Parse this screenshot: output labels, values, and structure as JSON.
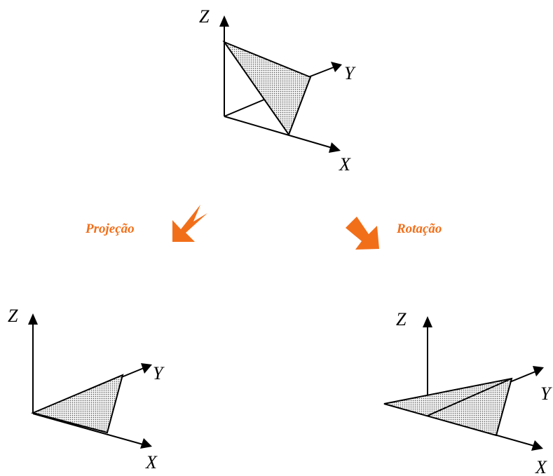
{
  "diagrams": {
    "original": {
      "axes": {
        "z": "Z",
        "y": "Y",
        "x": "X"
      }
    },
    "projection": {
      "axes": {
        "z": "Z",
        "y": "Y",
        "x": "X"
      }
    },
    "rotation": {
      "axes": {
        "z": "Z",
        "y": "Y",
        "x": "X"
      }
    }
  },
  "operations": {
    "projection_label": "Projeção",
    "rotation_label": "Rotação"
  },
  "colors": {
    "accent": "#f26f1a",
    "stroke": "#000000",
    "fill_dots": "#555555"
  },
  "icons": {
    "projection_arrow": "arrow-down-left-icon",
    "rotation_arrow": "arrow-down-right-icon"
  }
}
